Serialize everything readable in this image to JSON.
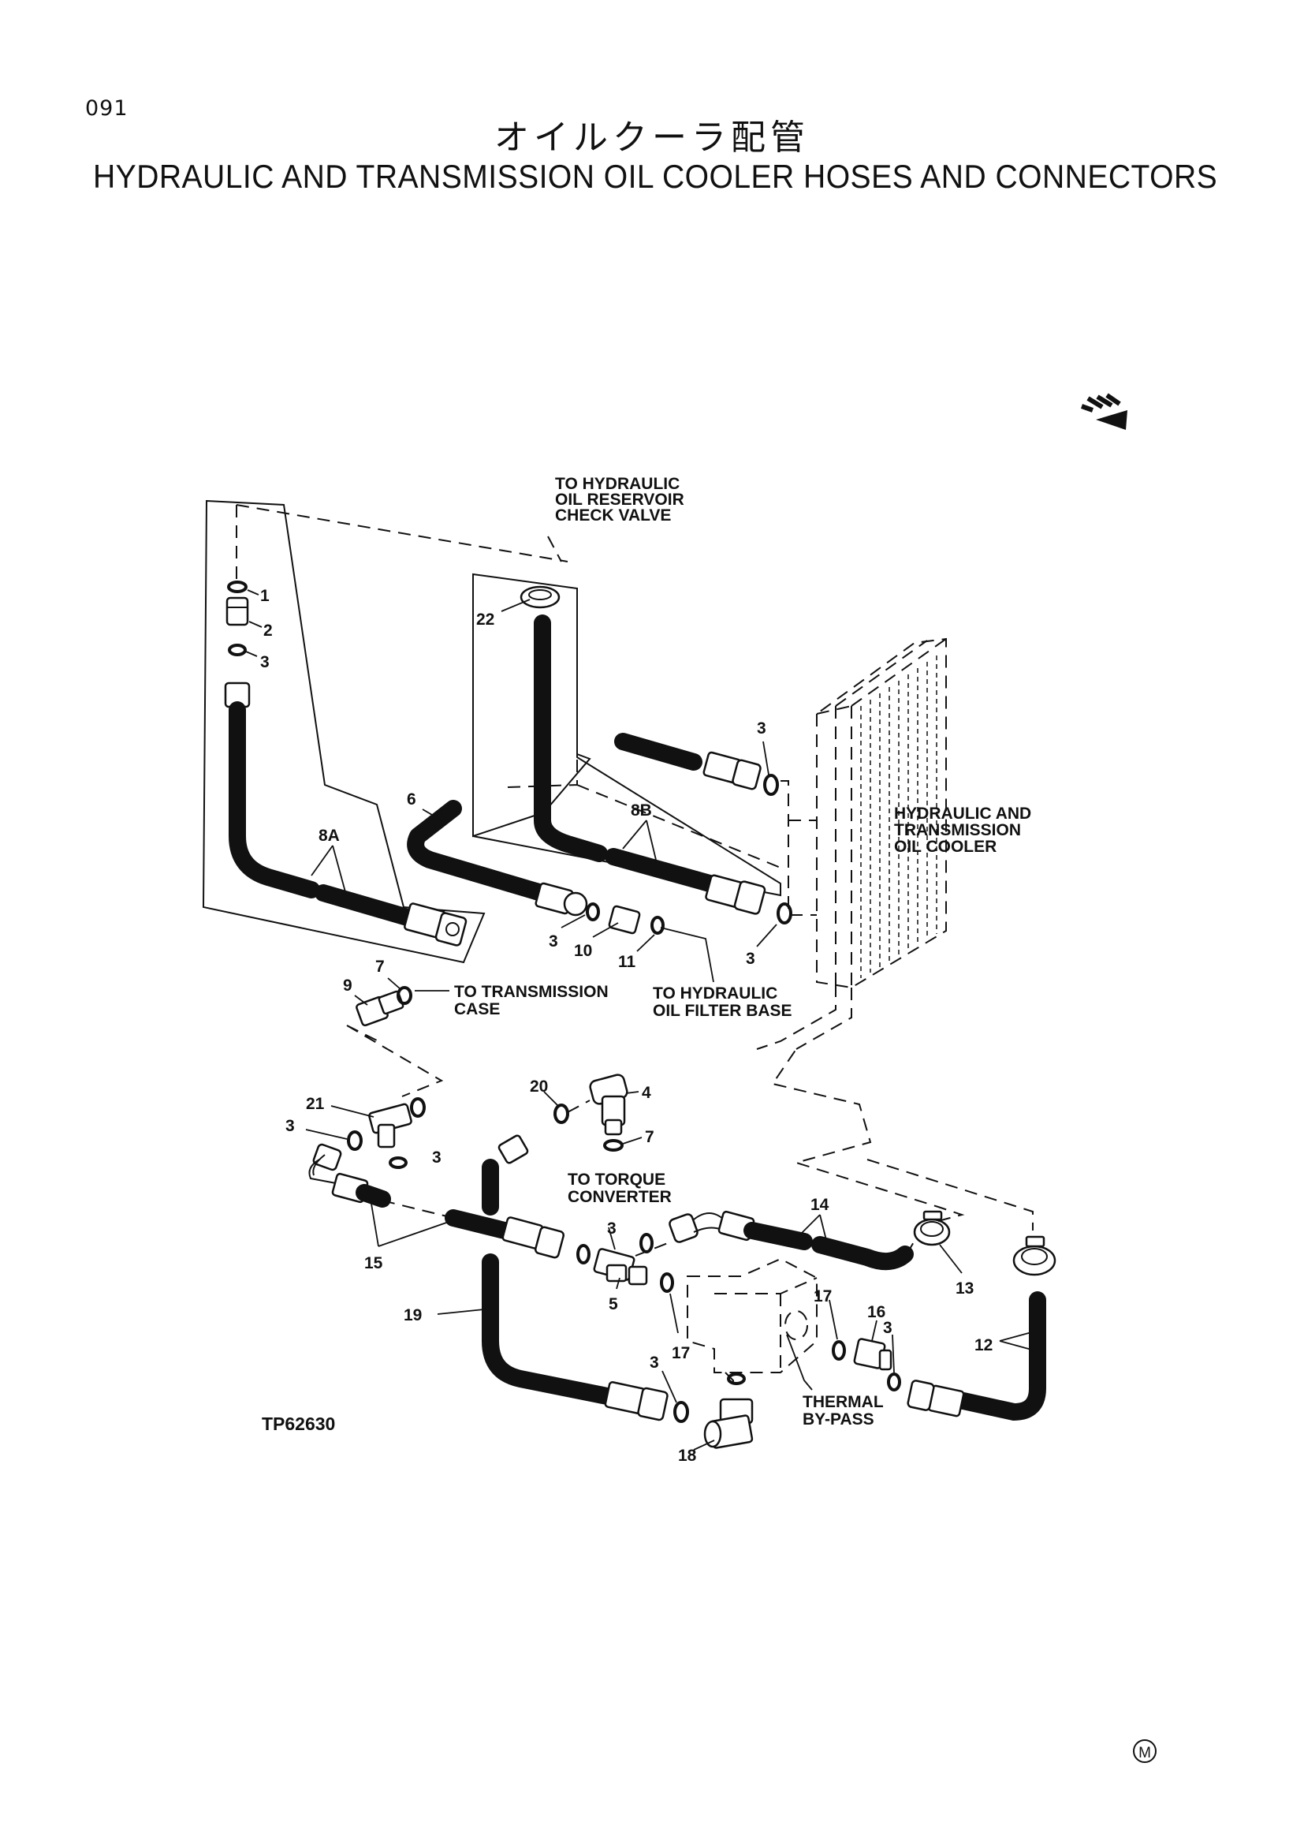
{
  "header": {
    "page_number": "091",
    "title_jp": "オイルクーラ配管",
    "title_en": "HYDRAULIC AND TRANSMISSION OIL COOLER HOSES AND CONNECTORS"
  },
  "labels": {
    "to_hydraulic_reservoir": [
      "TO HYDRAULIC",
      "OIL RESERVOIR",
      "CHECK VALVE"
    ],
    "oil_cooler": [
      "HYDRAULIC AND",
      "TRANSMISSION",
      "OIL COOLER"
    ],
    "to_transmission_case": [
      "TO TRANSMISSION",
      "CASE"
    ],
    "to_filter_base": [
      "TO HYDRAULIC",
      "OIL FILTER BASE"
    ],
    "to_torque_converter": [
      "TO TORQUE",
      "CONVERTER"
    ],
    "thermal_bypass": [
      "THERMAL",
      "BY-PASS"
    ]
  },
  "callouts": {
    "c1": "1",
    "c2": "2",
    "c3": "3",
    "c4": "4",
    "c5": "5",
    "c6": "6",
    "c7": "7",
    "c8a": "8A",
    "c8b": "8B",
    "c9": "9",
    "c10": "10",
    "c11": "11",
    "c12": "12",
    "c13": "13",
    "c14": "14",
    "c15": "15",
    "c16": "16",
    "c17": "17",
    "c18": "18",
    "c19": "19",
    "c20": "20",
    "c21": "21",
    "c22": "22"
  },
  "figure_code": "TP62630",
  "mark": "M",
  "icons": {
    "direction": "direction-arrow-icon",
    "mark": "circled-m-icon"
  }
}
